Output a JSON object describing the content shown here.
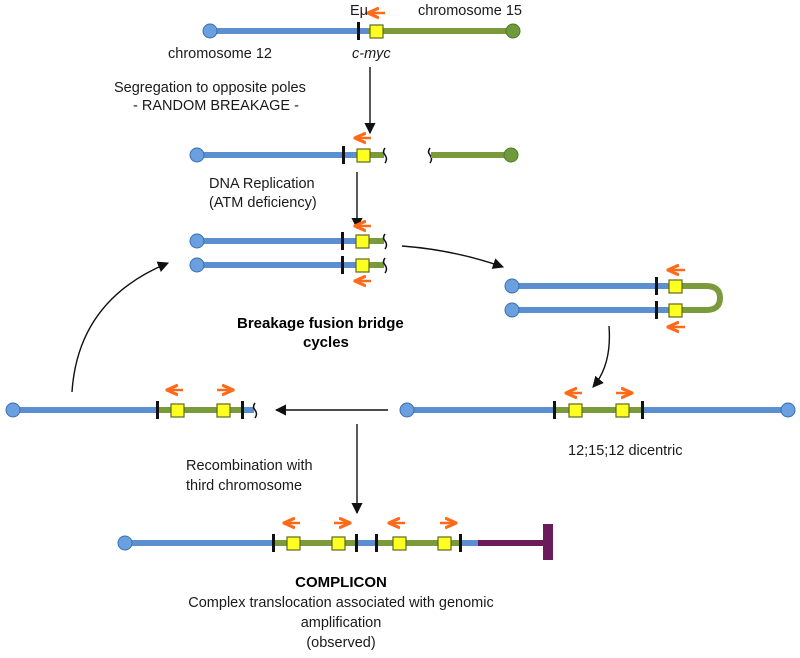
{
  "colors": {
    "chr12": "#5b8fd0",
    "chr12_end": "#6a9fe0",
    "chr15": "#7a9a3c",
    "chr15_end": "#6f9a3a",
    "gene_box": "#ffff22",
    "arrow_orange": "#ff6a1a",
    "marker": "#111111",
    "third_chromosome": "#6b1a5a"
  },
  "labels": {
    "emu": "Eμ",
    "chromosome15": "chromosome 15",
    "chromosome12": "chromosome 12",
    "cmyc": "c-myc",
    "segregation_line1": "Segregation to opposite poles",
    "segregation_line2": "- RANDOM BREAKAGE -",
    "replication_line1": "DNA Replication",
    "replication_line2": "(ATM deficiency)",
    "bfb_line1": "Breakage fusion bridge",
    "bfb_line2": "cycles",
    "dicentric": "12;15;12 dicentric",
    "recombination_line1": "Recombination with",
    "recombination_line2": "third chromosome",
    "complicon_title": "COMPLICON",
    "complicon_desc1": "Complex translocation associated with genomic",
    "complicon_desc2": "amplification",
    "complicon_desc3": "(observed)"
  }
}
